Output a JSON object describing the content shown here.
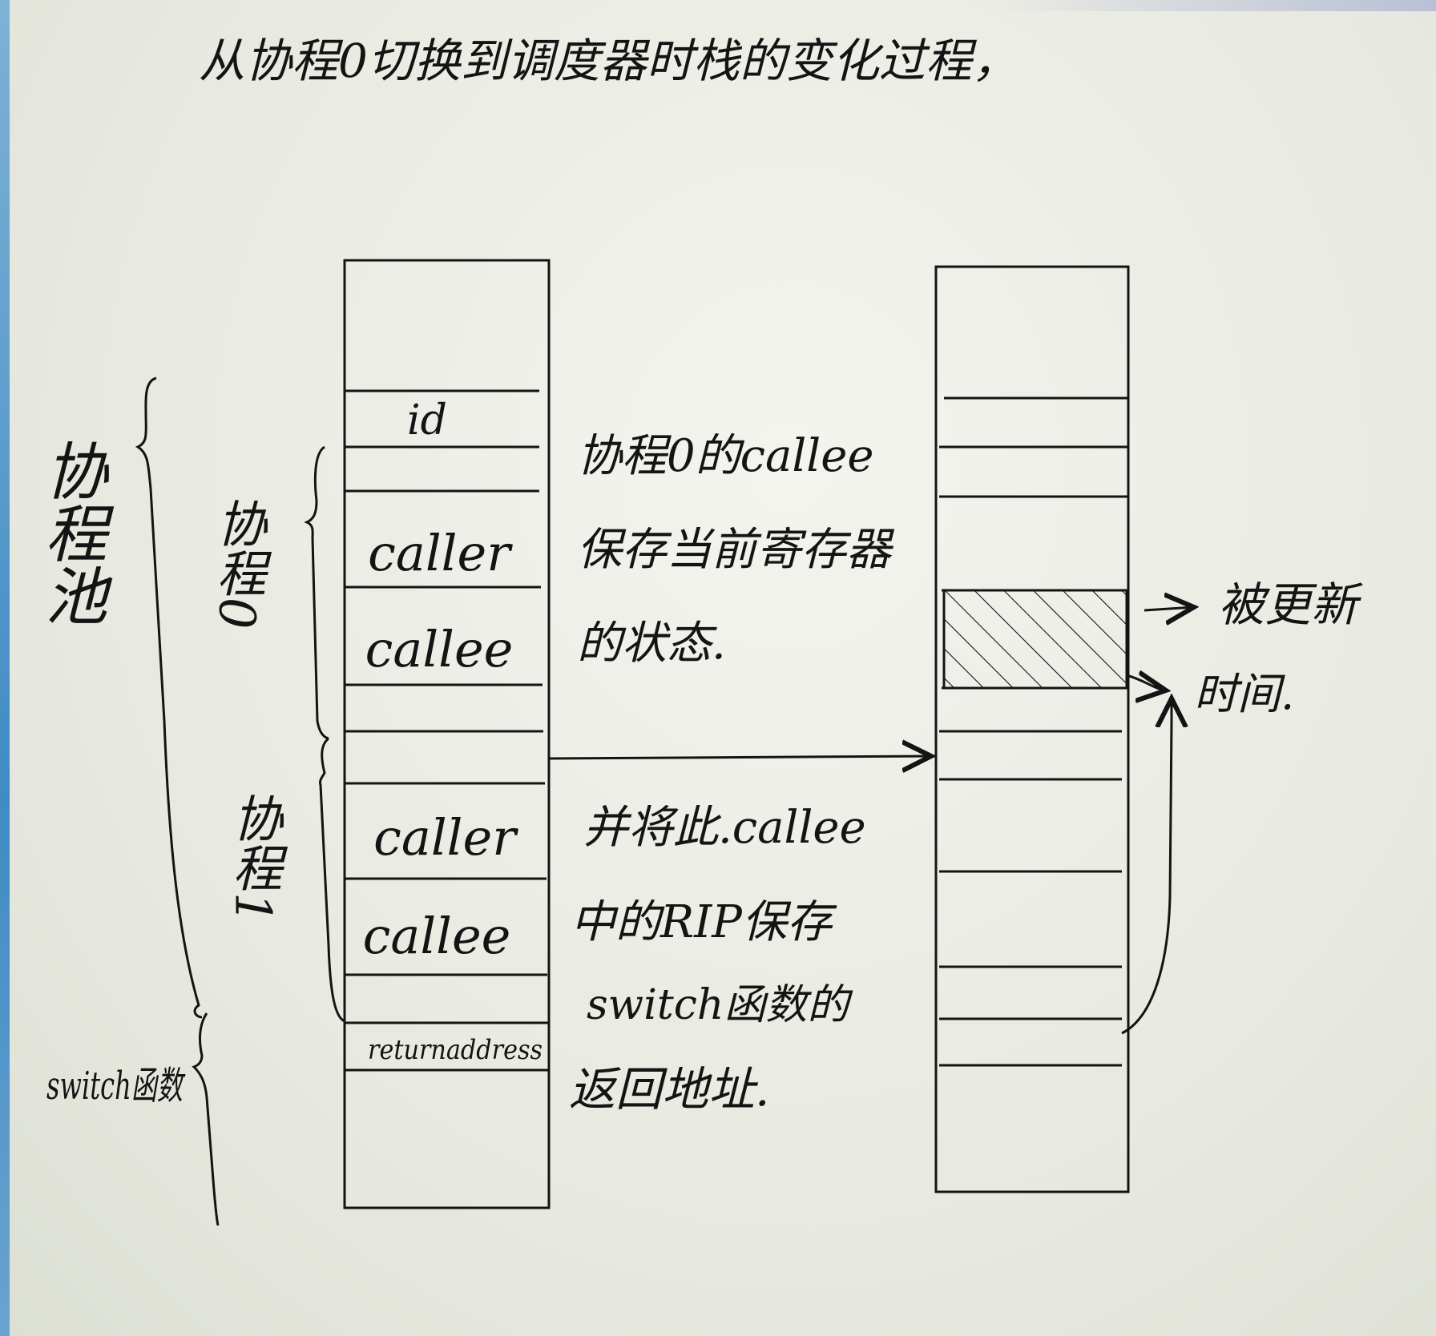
{
  "title": "从协程0切换到调度器时栈的变化过程，",
  "left_labels": {
    "pool": "协程池",
    "coroutine0": "协程0",
    "coroutine1": "协程1",
    "switch_func": "switch函数"
  },
  "left_stack": {
    "cells": {
      "id": "id",
      "caller0": "caller",
      "callee0": "callee",
      "caller1": "caller",
      "callee1": "callee",
      "return_address": "returnaddress"
    }
  },
  "notes": {
    "callee_note": [
      "协程0的callee",
      "保存当前寄存器",
      "的状态."
    ],
    "rip_note": [
      "并将此.callee",
      "中的RIP保存",
      "switch函数的",
      "返回地址."
    ],
    "updated_note": [
      "被更新",
      "时间."
    ]
  },
  "colors": {
    "ink": "#141414",
    "paper": "#eceee6"
  }
}
